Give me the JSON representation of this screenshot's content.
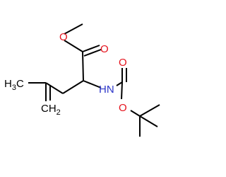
{
  "colors": {
    "bond": "#000000",
    "oxygen": "#e5121c",
    "nitrogen": "#2c35c9",
    "carbon": "#000000"
  },
  "atoms": {
    "o_ester": "O",
    "o_carbonyl_ester": "O",
    "nh": "HN",
    "o_carbamate_carbonyl": "O",
    "o_carbamate_ether": "O",
    "ch3_symbol": "H",
    "ch3_count": "3",
    "ch3_tail": "C",
    "ch2_symbol": "CH",
    "ch2_count": "2"
  }
}
